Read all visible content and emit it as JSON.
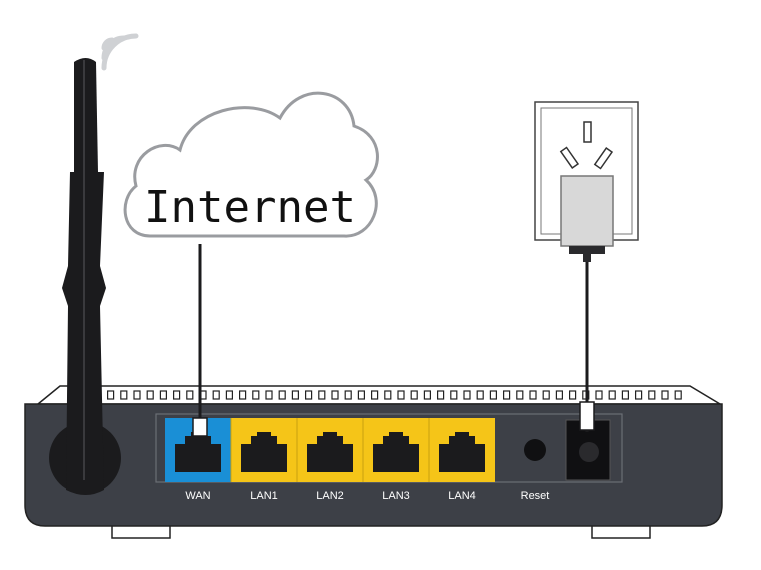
{
  "cloud": {
    "label": "Internet"
  },
  "router": {
    "ports": [
      {
        "label": "WAN",
        "color": "#1a8fd6"
      },
      {
        "label": "LAN1",
        "color": "#f5c518"
      },
      {
        "label": "LAN2",
        "color": "#f5c518"
      },
      {
        "label": "LAN3",
        "color": "#f5c518"
      },
      {
        "label": "LAN4",
        "color": "#f5c518"
      }
    ],
    "reset_label": "Reset",
    "body_color": "#3d4047"
  },
  "icons": {
    "antenna": "antenna-icon",
    "wifi": "wifi-signal-icon",
    "outlet": "power-outlet-icon",
    "adapter": "power-adapter-icon"
  }
}
